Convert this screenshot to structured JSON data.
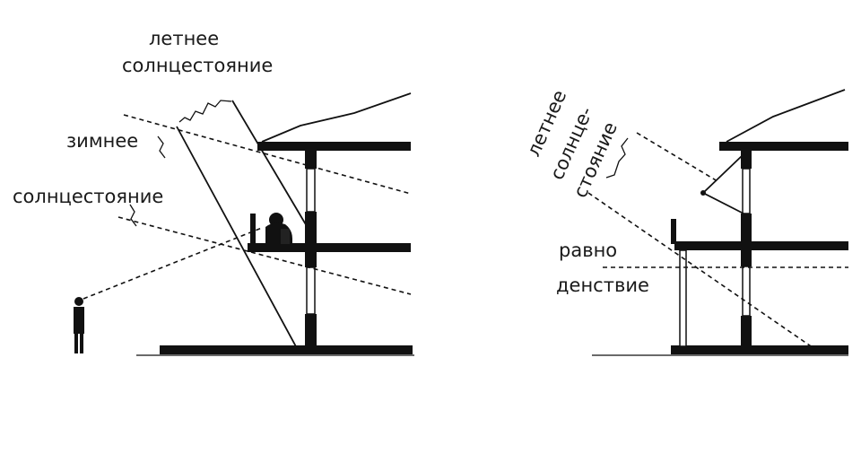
{
  "left_diagram": {
    "summer_label_line1": "летнее",
    "summer_label_line2": "солнцестояние",
    "winter_label_line1": "зимнее",
    "winter_label_line2": "солнцестояние"
  },
  "right_diagram": {
    "summer_label_line1": "летнее",
    "summer_label_line2": "солнце-",
    "summer_label_line3": "стояние",
    "equinox_label_line1": "равно",
    "equinox_label_line2": "денствие"
  }
}
